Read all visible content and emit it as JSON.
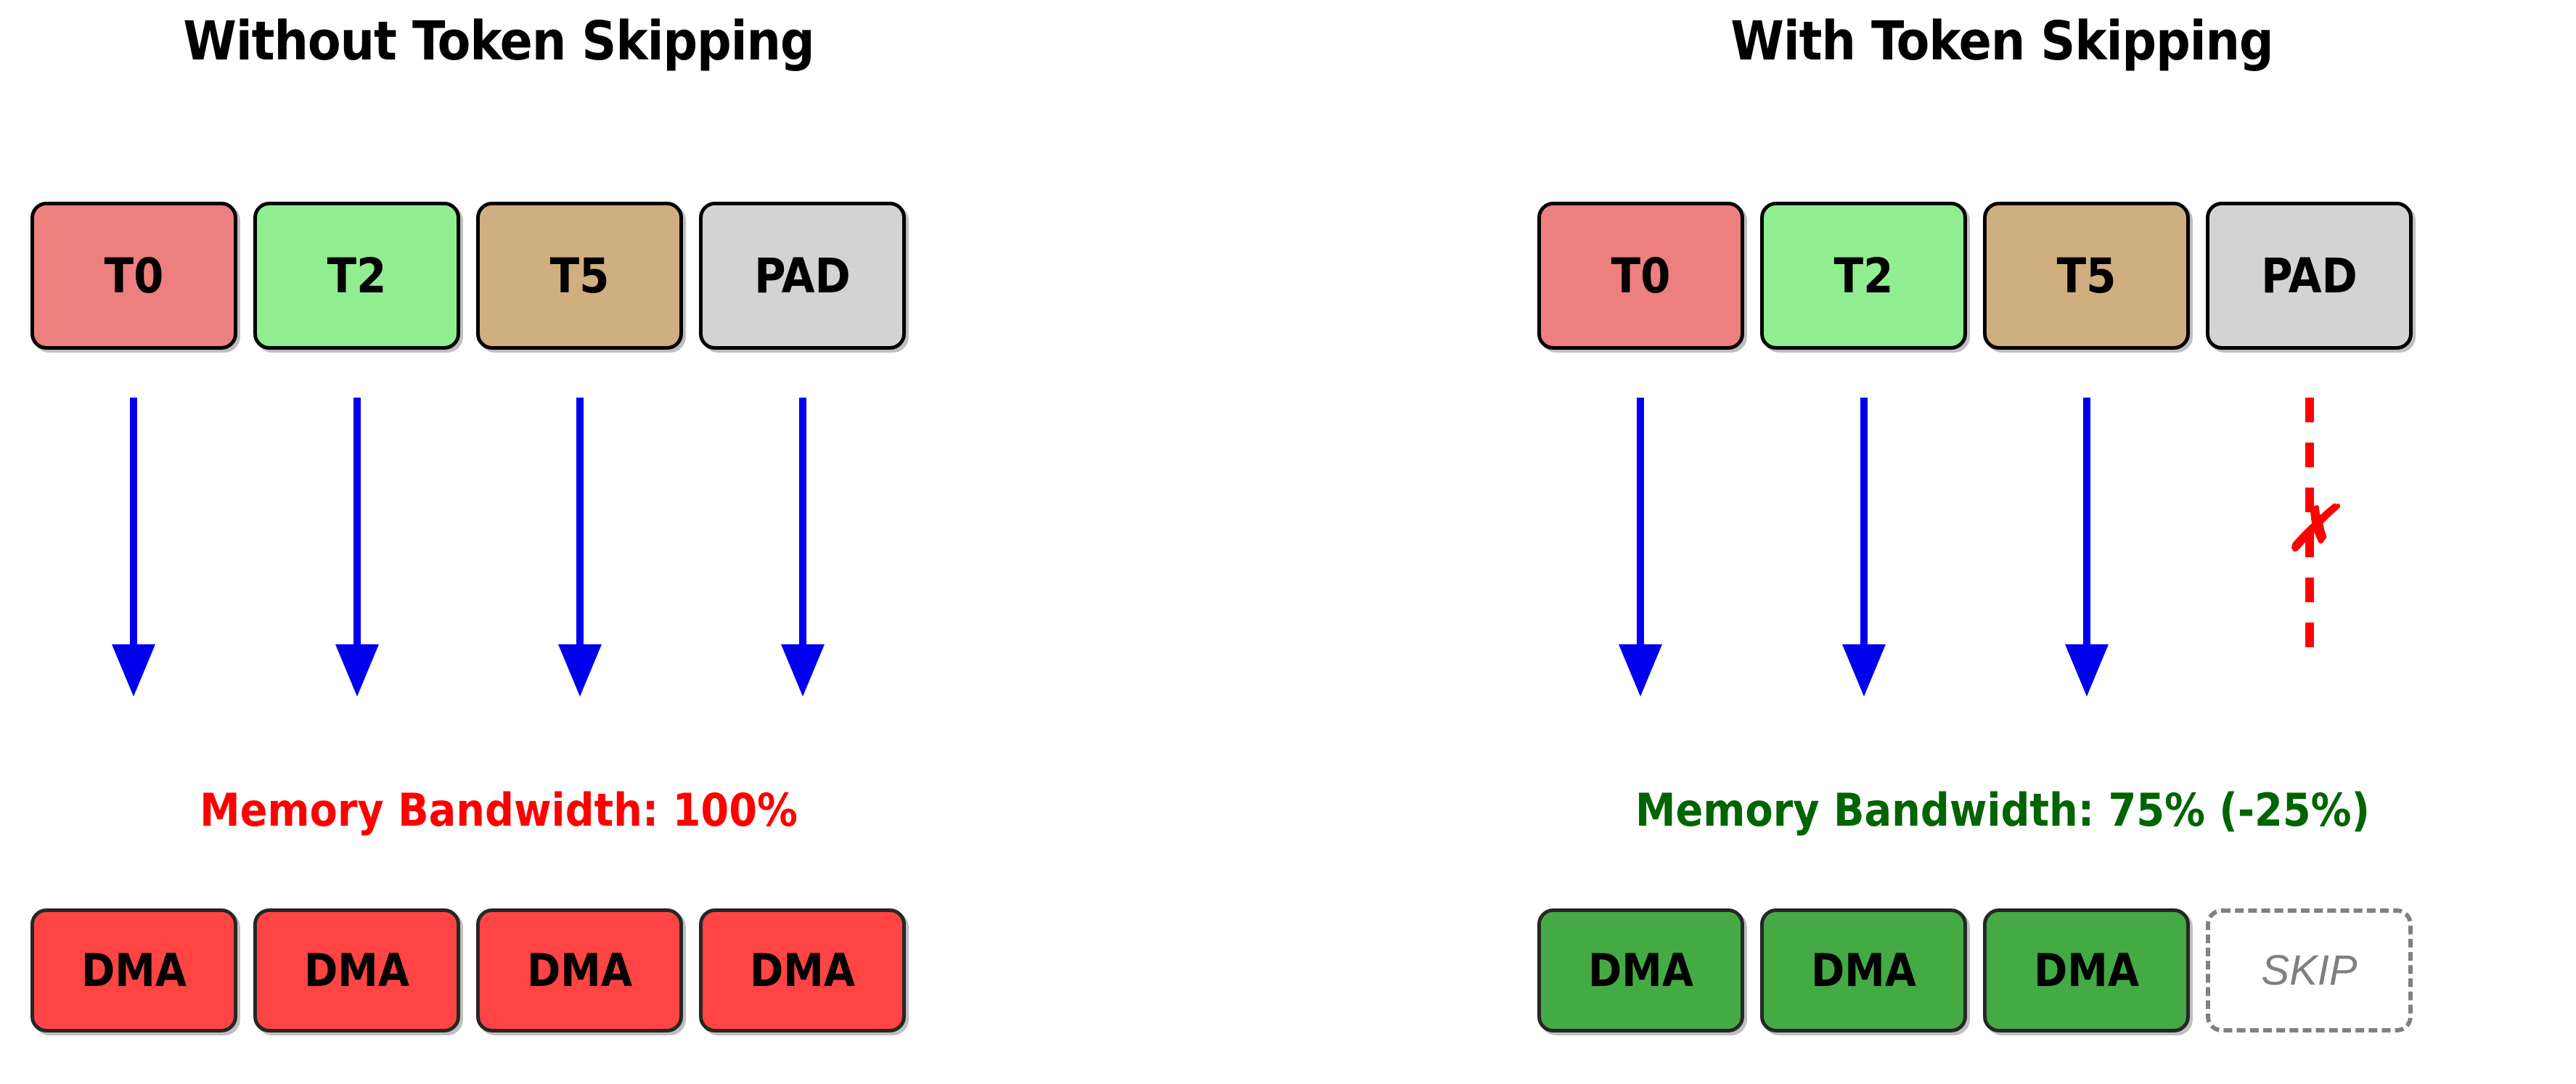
{
  "diagram": {
    "background": "#ffffff",
    "accents": {
      "arrow_blue": "#0000ee",
      "blocked_red": "#ff0000",
      "bandwidth_full_color": "#ff0000",
      "bandwidth_reduced_color": "#006400",
      "skip_gray": "#808080"
    }
  },
  "left_panel": {
    "title": "Without Token Skipping",
    "tokens": [
      {
        "label": "T0",
        "color": "#ee7f7f"
      },
      {
        "label": "T2",
        "color": "#90ee90"
      },
      {
        "label": "T5",
        "color": "#cfae80"
      },
      {
        "label": "PAD",
        "color": "#d3d3d3"
      }
    ],
    "arrows": [
      {
        "kind": "solid",
        "color": "#0000ee"
      },
      {
        "kind": "solid",
        "color": "#0000ee"
      },
      {
        "kind": "solid",
        "color": "#0000ee"
      },
      {
        "kind": "solid",
        "color": "#0000ee"
      }
    ],
    "bandwidth_label": "Memory Bandwidth: 100%",
    "bandwidth_color": "#ff0000",
    "dma_slots": [
      {
        "label": "DMA",
        "color": "#ff4444",
        "skipped": false
      },
      {
        "label": "DMA",
        "color": "#ff4444",
        "skipped": false
      },
      {
        "label": "DMA",
        "color": "#ff4444",
        "skipped": false
      },
      {
        "label": "DMA",
        "color": "#ff4444",
        "skipped": false
      }
    ]
  },
  "right_panel": {
    "title": "With Token Skipping",
    "tokens": [
      {
        "label": "T0",
        "color": "#ee7f7f"
      },
      {
        "label": "T2",
        "color": "#90ee90"
      },
      {
        "label": "T5",
        "color": "#cfae80"
      },
      {
        "label": "PAD",
        "color": "#d3d3d3"
      }
    ],
    "arrows": [
      {
        "kind": "solid",
        "color": "#0000ee"
      },
      {
        "kind": "solid",
        "color": "#0000ee"
      },
      {
        "kind": "solid",
        "color": "#0000ee"
      },
      {
        "kind": "blocked",
        "color": "#ff0000",
        "marker": "✗"
      }
    ],
    "bandwidth_label": "Memory Bandwidth: 75% (-25%)",
    "bandwidth_color": "#006400",
    "dma_slots": [
      {
        "label": "DMA",
        "color": "#44aa44",
        "skipped": false
      },
      {
        "label": "DMA",
        "color": "#44aa44",
        "skipped": false
      },
      {
        "label": "DMA",
        "color": "#44aa44",
        "skipped": false
      },
      {
        "label": "SKIP",
        "color": "#ffffff",
        "skipped": true
      }
    ]
  }
}
